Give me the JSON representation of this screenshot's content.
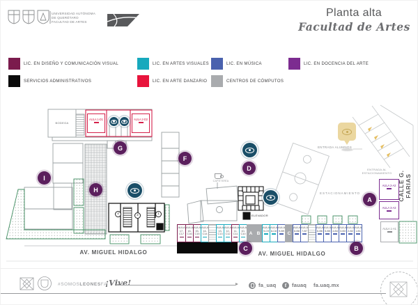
{
  "header": {
    "university": [
      "UNIVERSIDAD AUTÓNOMA",
      "DE QUERÉTARO",
      "FACULTAD DE ARTES"
    ],
    "title": "Planta alta",
    "subtitle": "Facultad de Artes"
  },
  "legend": {
    "items": [
      {
        "label": "LIC. EN DISEÑO Y COMUNICACIÓN VISUAL",
        "color": "#7B1B4D"
      },
      {
        "label": "LIC. EN ARTES VISUALES",
        "color": "#17A9BD"
      },
      {
        "label": "LIC. EN MÚSICA",
        "color": "#4A62AE"
      },
      {
        "label": "LIC. EN DOCENCIA DEL ARTE",
        "color": "#7C2C90"
      },
      {
        "label": "SERVICIOS ADMINISTRATIVOS",
        "color": "#0B0B0B"
      },
      {
        "label": "LIC. EN ARTE DANZARIO",
        "color": "#E8143C"
      },
      {
        "label": "CENTROS DE CÓMPUTOS",
        "color": "#A9ABAE"
      }
    ]
  },
  "map": {
    "markers": [
      "A",
      "B",
      "C",
      "D",
      "F",
      "G",
      "H",
      "I"
    ],
    "labels": {
      "bodega": "BODEGA",
      "cafeteria": "CAFETERÍA",
      "elevador": "ELEVADOR",
      "estacionamiento": "ESTACIONAMIENTO",
      "entrada_estacionamiento_1": "ENTRADA AL",
      "entrada_estacionamiento_2": "ESTACIONAMIENTO",
      "entrada_alumnos": "ENTRADA ALUMNOS",
      "calle": "CALLE G. FARIAS",
      "avenida_izquierda": "AV. MIGUEL HIDALGO",
      "avenida_derecha": "AV. MIGUEL HIDALGO"
    },
    "top_rooms": [
      {
        "label": "AULA 1-D1",
        "category": "danzario"
      },
      {
        "label": "AULA 2-D2",
        "category": "danzario"
      }
    ],
    "right_rooms": [
      {
        "label": "AULA 2-A2",
        "category": "docencia"
      },
      {
        "label": "AULA 3-A3",
        "category": "docencia"
      },
      {
        "label": "AULA 1-A1",
        "category": "computos"
      }
    ],
    "plan_numbers": [
      "4",
      "2",
      "1"
    ],
    "row": [
      {
        "label": "AULA 17-C17",
        "category": "diseno"
      },
      {
        "label": "AULA 16-C16",
        "category": "diseno"
      },
      {
        "label": "AULA 15-C15",
        "category": "diseno"
      },
      {
        "label": "AULA 14-C14",
        "category": "artes_visuales"
      },
      {
        "label": "",
        "category": "escaleras"
      },
      {
        "label": "AULA 13-C13",
        "category": "artes_visuales"
      },
      {
        "label": "AULA 12-C12",
        "category": "artes_visuales"
      },
      {
        "label": "AULA 11-C11",
        "category": "diseno"
      },
      {
        "label": "AULA 10-C10",
        "category": "artes_visuales"
      },
      {
        "label": "A",
        "category": "bloque"
      },
      {
        "label": "B",
        "category": "bloque"
      },
      {
        "label": "AULA 9-C9",
        "category": "artes_visuales"
      },
      {
        "label": "AULA 8-C8",
        "category": "artes_visuales"
      },
      {
        "label": "AULA 9-B9",
        "category": "musica"
      },
      {
        "label": "C",
        "category": "bloque"
      },
      {
        "label": "AULA 8-B8",
        "category": "musica"
      },
      {
        "label": "AULA 7-B7",
        "category": "musica"
      },
      {
        "label": "",
        "category": "escaleras"
      },
      {
        "label": "AULA 6-B6",
        "category": "musica"
      },
      {
        "label": "AULA 5-B5",
        "category": "musica"
      },
      {
        "label": "AULA 4-B4",
        "category": "musica"
      },
      {
        "label": "AULA 3-B3",
        "category": "musica"
      },
      {
        "label": "AULA 2-B2",
        "category": "musica"
      },
      {
        "label": "AULA 1-B1",
        "category": "musica"
      }
    ],
    "colors": {
      "marker": "#5B1F5D",
      "eye_icon": "#1B4F68",
      "entrance_pin": "#EBD7A0",
      "green_area": "#3F8D60",
      "danzario_outline": "#D5204A"
    }
  },
  "footer": {
    "hashtag_pre": "#SOMOS",
    "hashtag_bold": "LEONES",
    "hashtag_post": "FA",
    "vive": "¡Vive!",
    "instagram": "fa_uaq",
    "facebook": "fauaq",
    "website": "fa.uaq.mx"
  }
}
